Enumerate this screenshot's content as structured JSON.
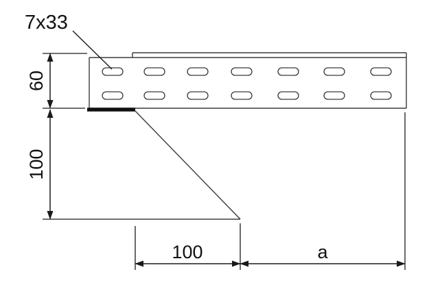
{
  "drawing": {
    "labels": {
      "slot_size": "7x33"
    },
    "dimensions": {
      "profile_height": "60",
      "drop_height": "100",
      "offset_width": "100",
      "variable_width": "a"
    },
    "slots": {
      "rows": 2,
      "columns": 7
    },
    "colors": {
      "dimension_lines": "#1a1a1a",
      "profile_lines": "#3a3a3a",
      "background": "#ffffff"
    }
  }
}
